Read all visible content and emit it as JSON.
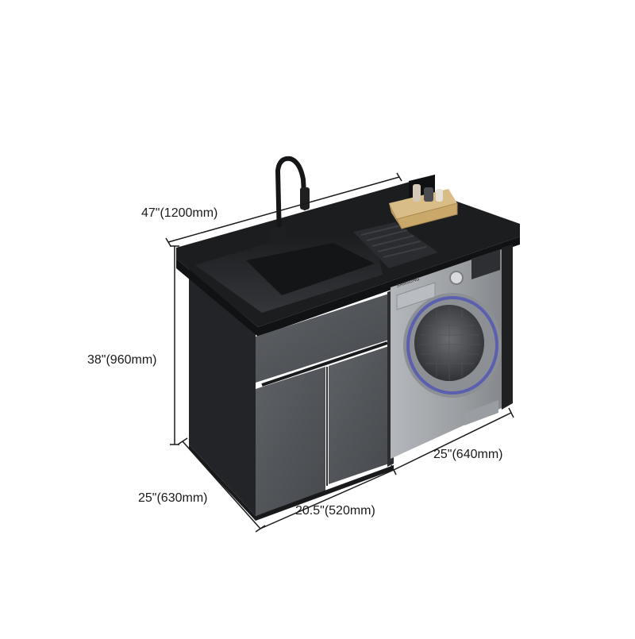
{
  "product": {
    "brand_on_washer": "SAMSUNG"
  },
  "dimensions": {
    "width_top": "47\"(1200mm)",
    "height": "38\"(960mm)",
    "depth_left": "25\"(630mm)",
    "cabinet_width": "20.5\"(520mm)",
    "washer_width": "25\"(640mm)"
  },
  "colors": {
    "cabinet_body": "#2b2d30",
    "countertop": "#1c1d1f",
    "door_panel": "#55585c",
    "washer_body": "#a3a6aa",
    "drum_ring": "#5a5fb0",
    "basket": "#c9a86a"
  }
}
